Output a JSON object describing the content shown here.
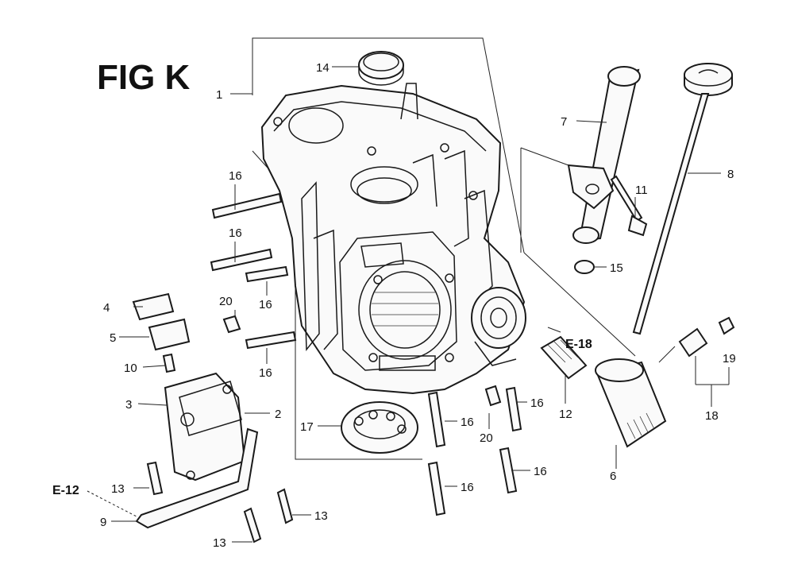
{
  "figure": {
    "title": "FIG K",
    "refs": {
      "e12": "E-12",
      "e18": "E-18"
    },
    "callouts": {
      "c1": "1",
      "c2": "2",
      "c3": "3",
      "c4": "4",
      "c5": "5",
      "c6": "6",
      "c7": "7",
      "c8": "8",
      "c9": "9",
      "c10": "10",
      "c11": "11",
      "c12": "12",
      "c13a": "13",
      "c13b": "13",
      "c13c": "13",
      "c14": "14",
      "c15": "15",
      "c16a": "16",
      "c16b": "16",
      "c16c": "16",
      "c16d": "16",
      "c16e": "16",
      "c16f": "16",
      "c16g": "16",
      "c16h": "16",
      "c17": "17",
      "c18": "18",
      "c19": "19",
      "c20a": "20",
      "c20b": "20"
    }
  }
}
